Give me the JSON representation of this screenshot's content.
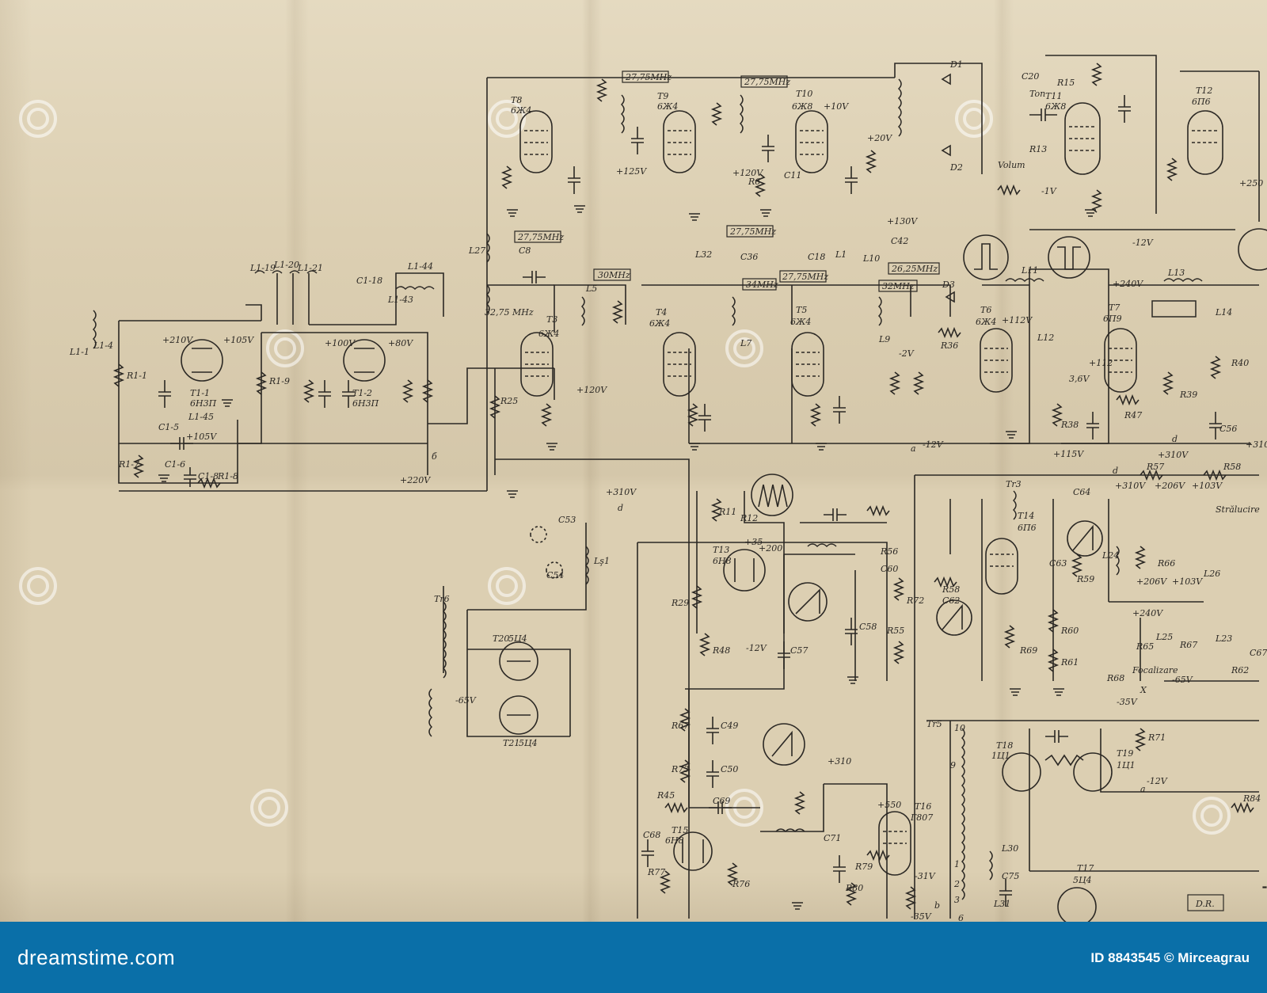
{
  "schematic": {
    "labels": {
      "t8": "T8",
      "t8_type": "6Ж4",
      "f1": "27,75MHz",
      "t9": "T9",
      "t9_type": "6Ж4",
      "f2": "27,75MHz",
      "t10": "T10",
      "t10_type": "6Ж8",
      "v_10": "+10V",
      "t11": "T11",
      "t11_type": "6Ж8",
      "tt12": "T12",
      "t12_type": "6П6",
      "v125": "+125V",
      "v120a": "+120V",
      "v130": "+130V",
      "v20": "+20V",
      "c20": "C20",
      "r15": "R15",
      "ton": "Ton",
      "volum": "Volum",
      "r13": "R13",
      "v_1": "-1V",
      "v_12a": "-12V",
      "v250": "+250",
      "d1": "D1",
      "d2": "D2",
      "r6": "R6",
      "c11": "C11",
      "l27": "L27",
      "f3": "27,75MHz",
      "c8": "C8",
      "l1_1": "L1-1",
      "l1_4": "L1-4",
      "l1_19": "L1-19",
      "l1_20": "L1-20",
      "l1_21": "L1-21",
      "l1_44": "L1-44",
      "l1_43": "L1-43",
      "c1_18": "C1-18",
      "v210": "+210V",
      "v105a": "+105V",
      "v100": "+100V",
      "v80": "+80V",
      "t1_1": "T1-1",
      "t1_1type": "6Н3П",
      "t1_2": "T1-2",
      "t1_2type": "6Н3П",
      "r1_1": "R1-1",
      "r1_9": "R1-9",
      "c1_5": "C1-5",
      "l1_45": "L1-45",
      "v105b": "+105V",
      "r1_7": "R1-7",
      "c1_6": "C1-6",
      "c1_8": "C1-8",
      "r1_8": "R1-8",
      "b_term": "б",
      "v220": "+220V",
      "f30": "30MHz",
      "f3275": "32,75 MHz",
      "t3": "T3",
      "t3_type": "6Ж4",
      "v120b": "+120V",
      "l5": "L5",
      "r25": "R25",
      "f4": "27,75MHz",
      "l32": "L32",
      "c36": "C36",
      "f34": "34MHz",
      "t4": "T4",
      "t4_type": "6Ж4",
      "l7": "L7",
      "c18": "C18",
      "l1": "L1",
      "l10": "L10",
      "c42": "C42",
      "f5": "27,75MHz",
      "f2625": "26,25MHz",
      "f32": "32MHz",
      "t5": "T5",
      "t5_type": "6Ж4",
      "l9": "L9",
      "r36": "R36",
      "d3": "D3",
      "v_2": "-2V",
      "a_term1": "a",
      "v_12b": "-12V",
      "t6": "T6",
      "t6_type": "6Ж4",
      "v112": "+112V",
      "l11": "L11",
      "l12": "L12",
      "r38": "R38",
      "v115": "+115V",
      "l13": "L13",
      "v240a": "+240V",
      "t7": "T7",
      "t7_type": "6П9",
      "v36": "3,6V",
      "v112b": "+112",
      "r47": "R47",
      "r39": "R39",
      "d_term1": "d",
      "v310a": "+310V",
      "l14": "L14",
      "r40": "R40",
      "c56": "C56",
      "v310b": "+310",
      "d_term2": "d",
      "v310c": "+310V",
      "v206": "+206V",
      "v103": "+103V",
      "r57": "R57",
      "r58": "R58",
      "c64": "C64",
      "stralucire": "Strălucire",
      "v310d": "+310V",
      "d_term3": "d",
      "c53": "C53",
      "c54": "C54",
      "ls1": "Lş1",
      "tr6": "Tr6",
      "t20": "T20",
      "t20_type": "5Ц4",
      "v_65a": "-65V",
      "t21": "T21",
      "t21_type": "5Ц4",
      "r11": "R11",
      "r12": "R12",
      "v35": "+35",
      "v200": "+200",
      "t13": "T13",
      "t13_type": "6Н8",
      "r29": "R29",
      "r48": "R48",
      "v_12c": "-12V",
      "c57": "C57",
      "c58": "C58",
      "r56": "R56",
      "c60": "C60",
      "tr3": "Tr3",
      "t14": "T14",
      "t14_type": "6П6",
      "c63": "C63",
      "r59": "R59",
      "l24": "L24",
      "r66": "R66",
      "v206b": "+206V",
      "v103b": "+103V",
      "l26": "L26",
      "r72": "R72",
      "r58b": "R58",
      "c62": "C62",
      "r55": "R55",
      "r69": "R69",
      "r60": "R60",
      "r61": "R61",
      "v240b": "+240V",
      "r65": "R65",
      "l25": "L25",
      "r67": "R67",
      "focalizare": "Focalizare",
      "v_65b": "-65V",
      "l23": "L23",
      "c67": "C67",
      "r62": "R62",
      "r68": "R68",
      "x_term": "X",
      "v_35a": "-35V",
      "r71": "R71",
      "v_12d": "-12V",
      "a_term2": "a",
      "r67b": "R67",
      "c49": "C49",
      "r73": "R73",
      "c50": "C50",
      "r45": "R45",
      "c69": "C69",
      "c68": "C68",
      "t15": "T15",
      "t15_type": "6Н8",
      "r77": "R77",
      "r76": "R76",
      "v310e": "+310",
      "v550": "+550",
      "t16": "T16",
      "t16_type": "Г807",
      "c71": "C71",
      "r79": "R79",
      "r80": "R80",
      "v_31": "-31V",
      "b_term2": "b",
      "v_35b": "-35V",
      "tr5": "Tr5",
      "n10": "10",
      "n9": "9",
      "n1": "1",
      "n2": "2",
      "n3": "3",
      "n6": "6",
      "t18": "T18",
      "t18_type": "1Ц1",
      "t19": "T19",
      "t19_type": "1Ц1",
      "r84": "R84",
      "l30": "L30",
      "c75": "C75",
      "l31": "L31",
      "t17": "T17",
      "t17_type": "5Ц4",
      "dr": "D.R."
    }
  },
  "footer": {
    "brand": "dreamstime.com",
    "credit": "ID 8843545 © Mirceagrau"
  }
}
